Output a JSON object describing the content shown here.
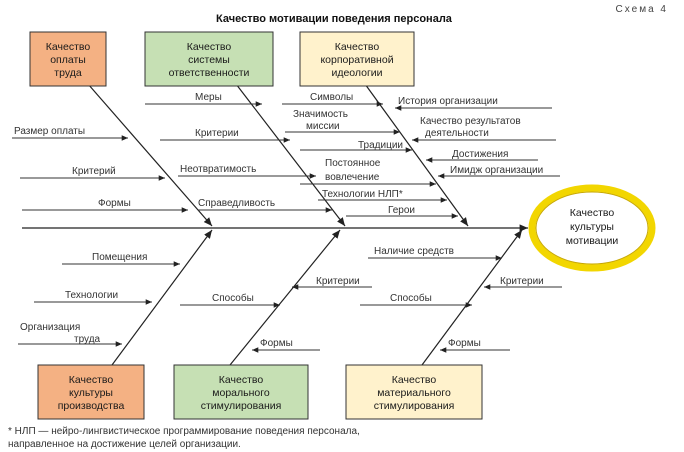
{
  "title": "Качество мотивации поведения персонала",
  "scheme_label": "Схема 4",
  "outcome": [
    "Качество",
    "культуры",
    "мотивации"
  ],
  "colors": {
    "box_orange": "#f4b183",
    "box_green": "#c6e0b4",
    "box_yellow": "#fff2cc",
    "outcome_ring": "#f2d600"
  },
  "boxes": {
    "pay": [
      "Качество",
      "оплаты",
      "труда"
    ],
    "responsibility": [
      "Качество",
      "системы",
      "ответственности"
    ],
    "ideology": [
      "Качество",
      "корпоративной",
      "идеологии"
    ],
    "production": [
      "Качество",
      "культуры",
      "производства"
    ],
    "moral": [
      "Качество",
      "морального",
      "стимулирования"
    ],
    "material": [
      "Качество",
      "материального",
      "стимулирования"
    ]
  },
  "labels": {
    "pay": [
      "Размер оплаты",
      "Критерий",
      "Формы"
    ],
    "responsibility": [
      "Меры",
      "Критерии",
      "Неотвратимость",
      "Справедливость"
    ],
    "ideology_left": [
      "Символы",
      "Значимость",
      "миссии",
      "Традиции",
      "Постоянное",
      "вовлечение",
      "Технологии НЛП*",
      "Герои"
    ],
    "ideology_right": [
      "История организации",
      "Качество результатов",
      "деятельности",
      "Достижения",
      "Имидж организации"
    ],
    "production": [
      "Помещения",
      "Технологии",
      "Организация",
      "труда"
    ],
    "moral": [
      "Критерии",
      "Способы",
      "Формы"
    ],
    "material": [
      "Наличие средств",
      "Критерии",
      "Способы",
      "Формы"
    ]
  },
  "footnote": [
    "* НЛП — нейро-лингвистическое программирование поведения персонала,",
    "направленное на достижение целей организации."
  ]
}
